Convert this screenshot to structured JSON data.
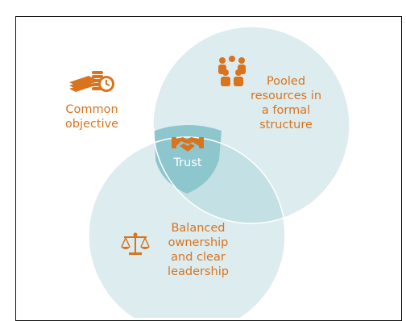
{
  "diagram": {
    "labels": {
      "common_objective": "Common\nobjective",
      "pooled_resources": "Pooled\nresources in\na formal\nstructure",
      "balanced_ownership": "Balanced\nownership\nand clear\nleadership",
      "trust": "Trust"
    },
    "icons": {
      "common_objective": "money-and-clock-icon",
      "pooled_resources": "group-of-people-icon",
      "balanced_ownership": "scales-icon",
      "trust": "handshake-icon"
    },
    "colors": {
      "circle_fill": "#dcecef",
      "pairwise_overlap": "#c3e0e5",
      "center_overlap": "#8ec6cd",
      "circle_stroke": "#ffffff",
      "accent": "#d9731e"
    }
  }
}
